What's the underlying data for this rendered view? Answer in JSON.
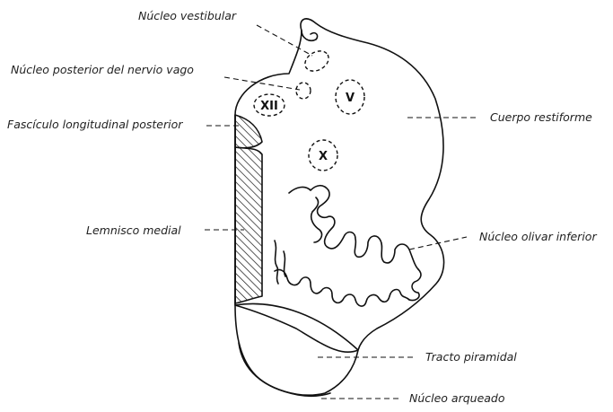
{
  "labels": {
    "nucleo_vestibular": "Núcleo vestibular",
    "nucleo_posterior_vago": "Núcleo posterior del nervio vago",
    "fasciculo_longitudinal": "Fascículo longitudinal posterior",
    "lemnisco_medial": "Lemnisco medial",
    "cuerpo_restiforme": "Cuerpo restiforme",
    "nucleo_olivar": "Núcleo olivar inferior",
    "tracto_piramidal": "Tracto piramidal",
    "nucleo_arqueado": "Núcleo arqueado"
  },
  "nuclei": {
    "xii": "XII",
    "v": "V",
    "x": "X"
  },
  "colors": {
    "line": "#111111",
    "text": "#222222",
    "background": "#ffffff"
  }
}
